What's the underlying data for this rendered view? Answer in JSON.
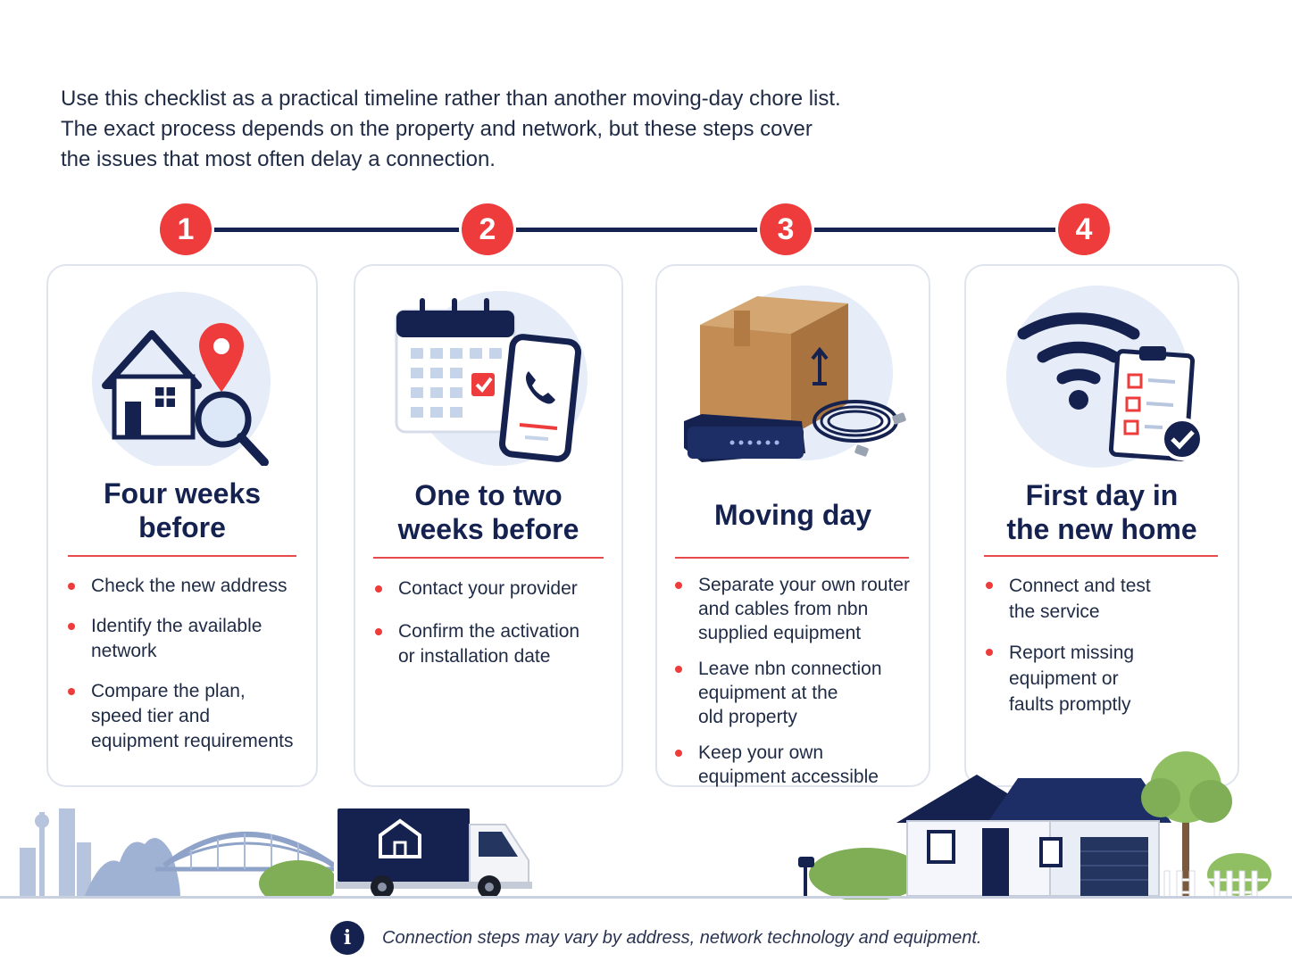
{
  "intro": [
    "Use this checklist as a practical timeline rather than another moving-day chore list.",
    "The exact process depends on the property and network, but these steps cover",
    "the issues that most often delay a connection."
  ],
  "colors": {
    "navy": "#15224f",
    "accent_red": "#ee3b3b",
    "light_blue": "#e6edf8"
  },
  "steps": [
    {
      "number": "1",
      "title_line1": "Four weeks",
      "title_line2": "before",
      "icon": "house-location-search-icon",
      "bullets": [
        [
          "Check the new address"
        ],
        [
          "Identify the available",
          "network"
        ],
        [
          "Compare the plan,",
          "speed tier and",
          "equipment requirements"
        ]
      ]
    },
    {
      "number": "2",
      "title_line1": "One to two",
      "title_line2": "weeks before",
      "icon": "calendar-phone-icon",
      "bullets": [
        [
          "Contact your provider"
        ],
        [
          "Confirm the activation",
          "or installation date"
        ]
      ]
    },
    {
      "number": "3",
      "title_line1": "Moving day",
      "title_line2": "",
      "icon": "box-router-cable-icon",
      "bullets": [
        [
          "Separate your own router",
          "and cables from nbn",
          "supplied equipment"
        ],
        [
          "Leave nbn connection",
          "equipment at the",
          "old property"
        ],
        [
          "Keep your own",
          "equipment accessible"
        ]
      ]
    },
    {
      "number": "4",
      "title_line1": "First day in",
      "title_line2": "the new home",
      "icon": "wifi-checklist-icon",
      "bullets": [
        [
          "Connect and test",
          "the service"
        ],
        [
          "Report missing",
          "equipment or",
          "faults promptly"
        ]
      ]
    }
  ],
  "footer": {
    "note": "Connection steps may vary by address, network technology and equipment."
  }
}
